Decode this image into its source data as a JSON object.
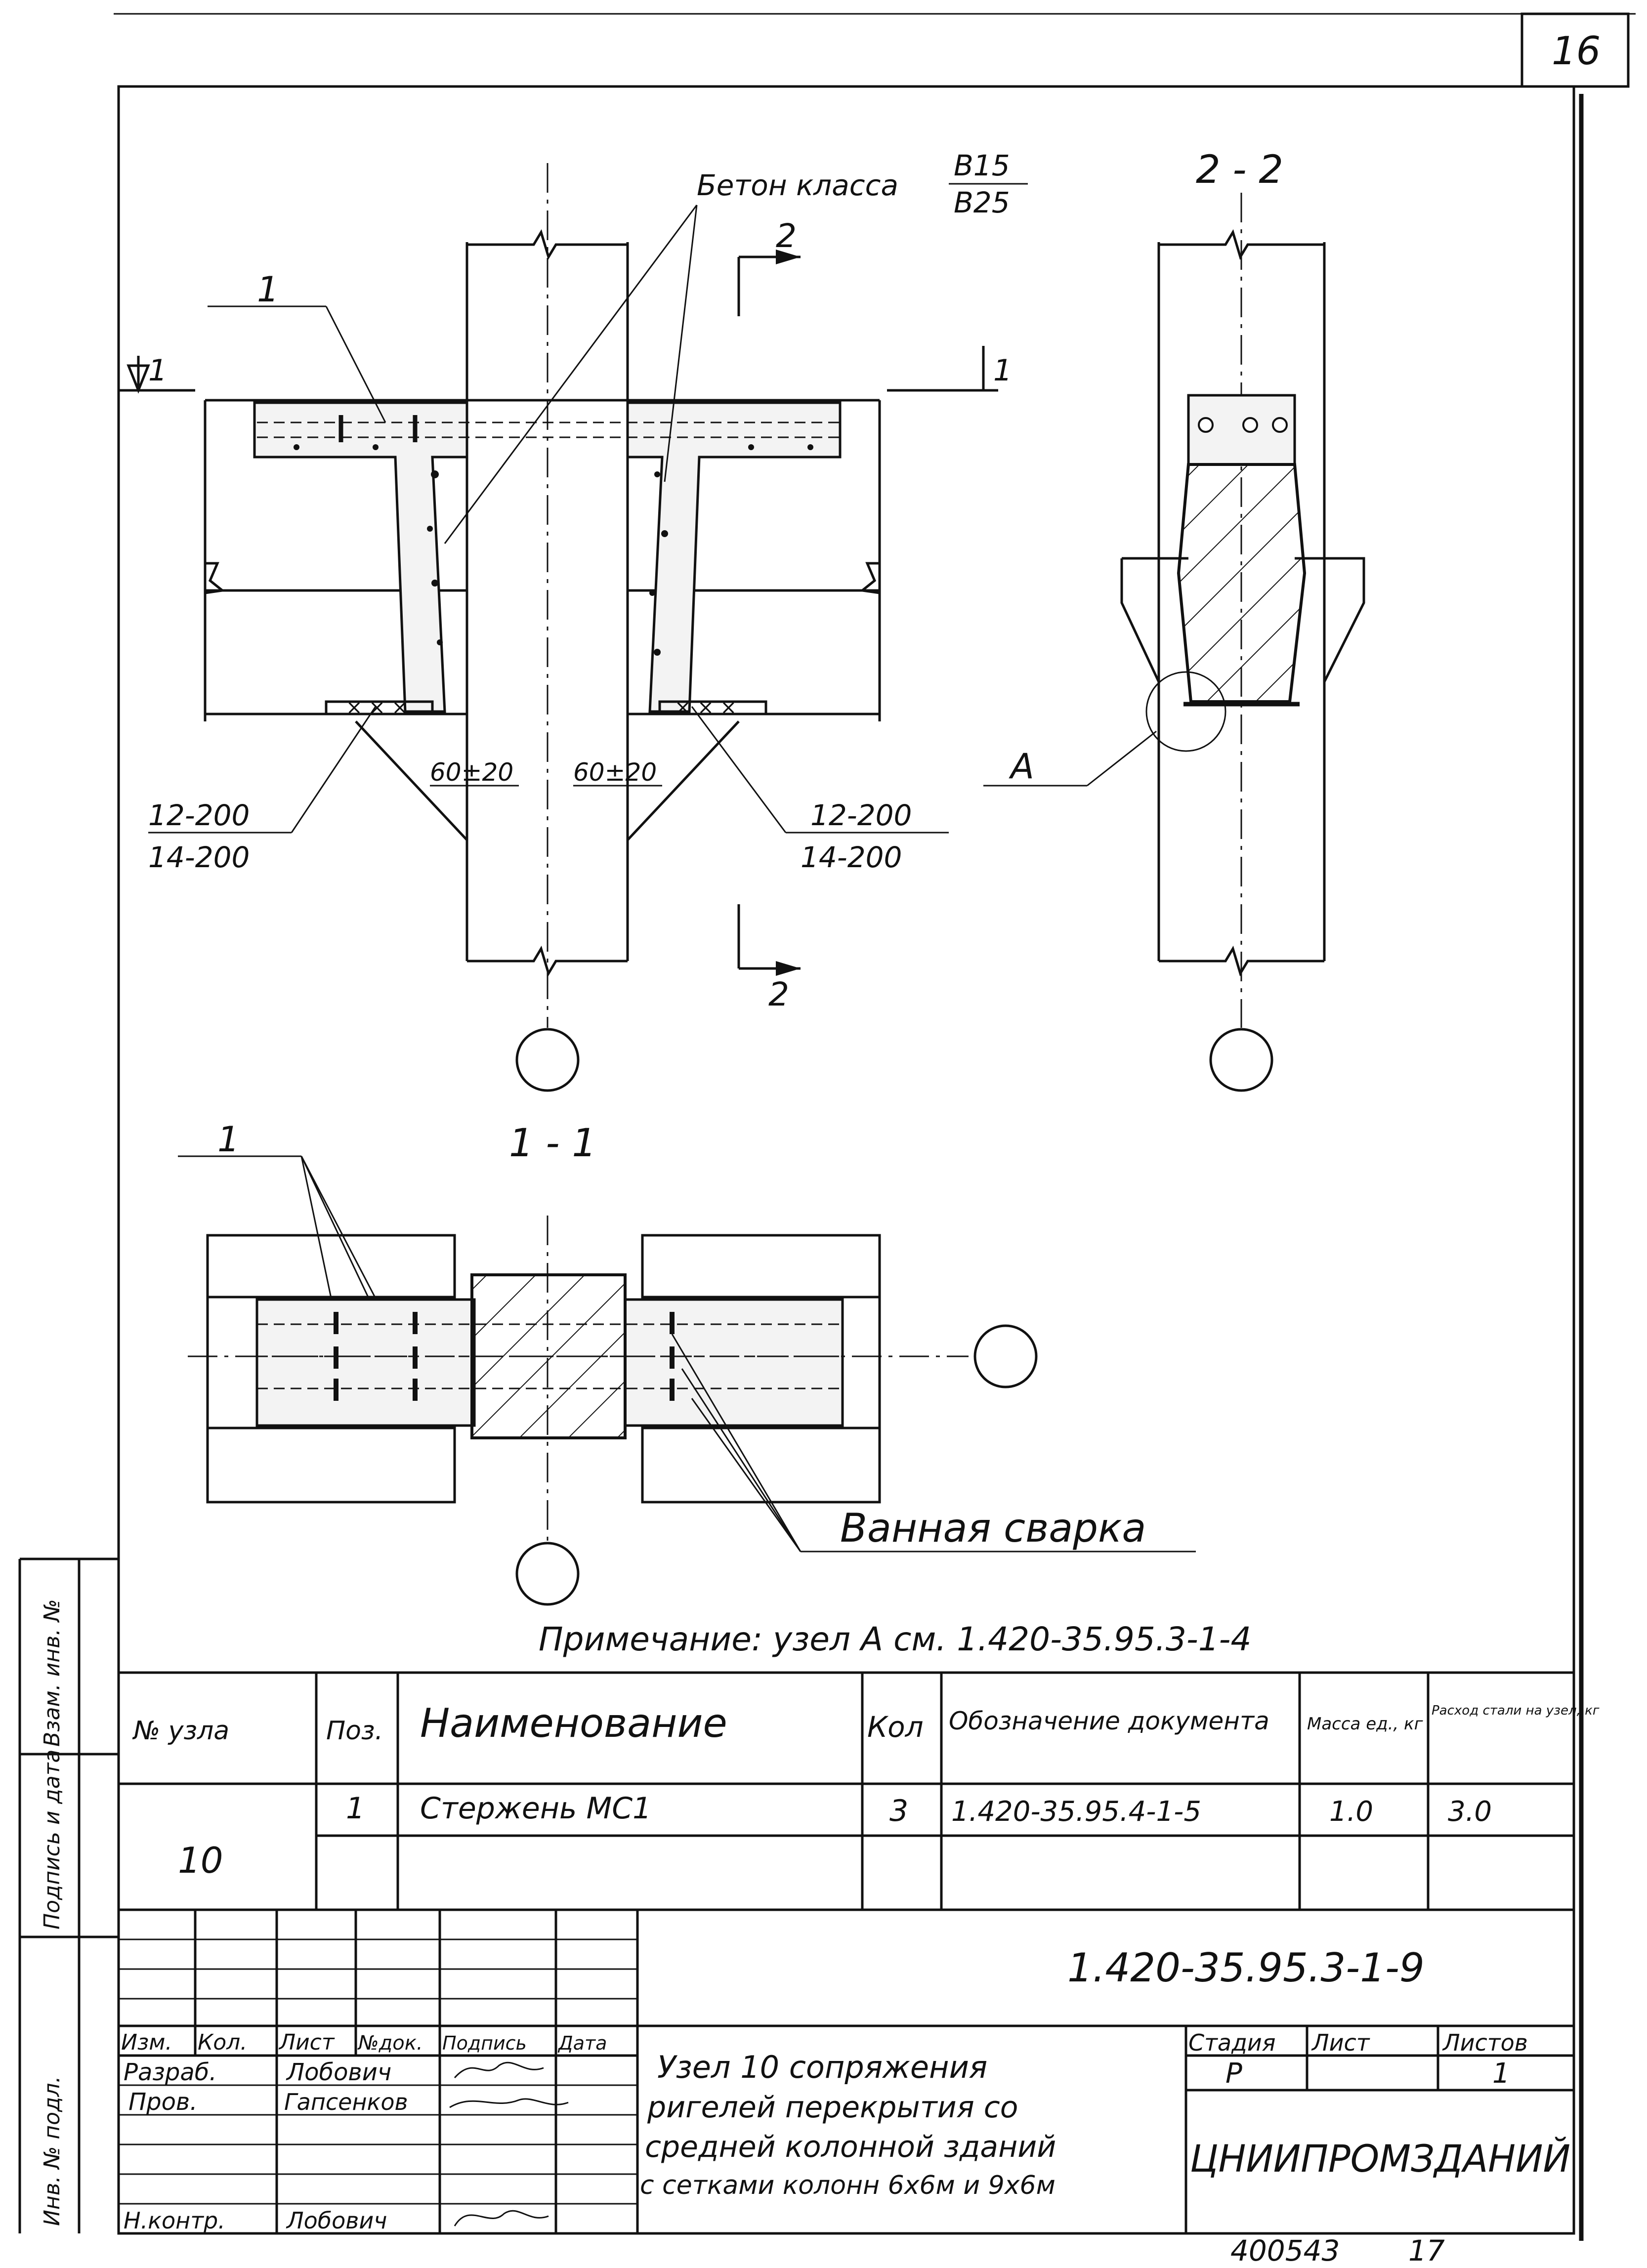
{
  "sheet": {
    "page_number": "16",
    "archive_code": "400543",
    "archive_sheet": "17"
  },
  "drawing": {
    "concrete_label": "Бетон класса",
    "concrete_class_top": "B15",
    "concrete_class_bottom": "B25",
    "section_2_title": "2 - 2",
    "section_1_title": "1 - 1",
    "cut_mark_1": "1",
    "cut_mark_2": "2",
    "callout_position": "1",
    "gap_left": "60±20",
    "gap_right": "60±20",
    "rebar_left_top": "12-200",
    "rebar_left_bottom": "14-200",
    "rebar_right_top": "12-200",
    "rebar_right_bottom": "14-200",
    "detail_mark": "A",
    "weld_label": "Ванная сварка",
    "note": "Примечание: узел  A  см. 1.420-35.95.3-1-4"
  },
  "spec_table": {
    "headers": {
      "node_no": "№ узла",
      "pos": "Поз.",
      "name": "Наименование",
      "qty": "Кол",
      "doc": "Обозначение документа",
      "mass": "Масса ед., кг",
      "steel": "Расход стали на узел, кг"
    },
    "rows": [
      {
        "node": "10",
        "pos": "1",
        "name": "Стержень МС1",
        "qty": "3",
        "doc": "1.420-35.95.4-1-5",
        "mass": "1.0",
        "steel": "3.0"
      }
    ]
  },
  "side_stamp": {
    "inv_podl": "Инв. № подл.",
    "podpis": "Подпись и дата",
    "vzam": "Взам. инв. №"
  },
  "title_block": {
    "designation": "1.420-35.95.3-1-9",
    "head_cols": [
      "Изм.",
      "Кол.",
      "Лист",
      "№док.",
      "Подпись",
      "Дата"
    ],
    "people": [
      {
        "role": "Разраб.",
        "name": "Лобович"
      },
      {
        "role": "Пров.",
        "name": "Гапсенков"
      },
      {
        "role": "",
        "name": ""
      },
      {
        "role": "",
        "name": ""
      },
      {
        "role": "Н.контр.",
        "name": "Лобович"
      }
    ],
    "title_lines": [
      "Узел 10 сопряжения",
      "ригелей перекрытия со",
      "средней колонной зданий",
      "с сетками колонн 6х6м и 9х6м"
    ],
    "stage_label": "Стадия",
    "sheet_label": "Лист",
    "sheets_label": "Листов",
    "stage_value": "Р",
    "sheet_value": "",
    "sheets_value": "1",
    "organization": "ЦНИИПРОМЗДАНИЙ"
  }
}
